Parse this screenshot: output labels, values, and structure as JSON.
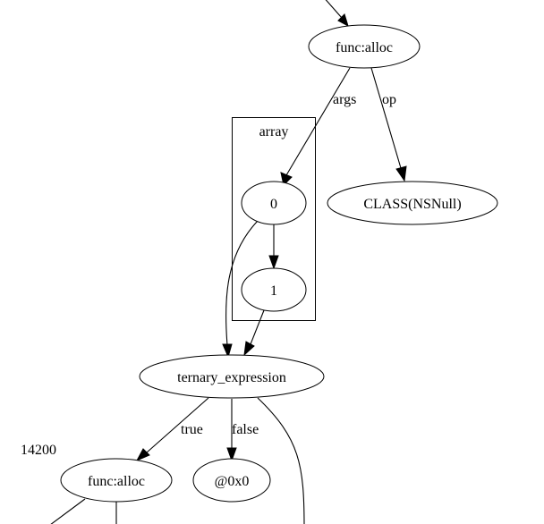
{
  "graph": {
    "cluster": {
      "label": "array"
    },
    "nodes": {
      "alloc_top": "func:alloc",
      "arr0": "0",
      "arr1": "1",
      "class_nsnull": "CLASS(NSNull)",
      "ternary": "ternary_expression",
      "alloc_bottom": "func:alloc",
      "null_ptr": "@0x0"
    },
    "edge_labels": {
      "args": "args",
      "op": "op",
      "true": "true",
      "false": "false"
    },
    "annotation": "14200"
  }
}
